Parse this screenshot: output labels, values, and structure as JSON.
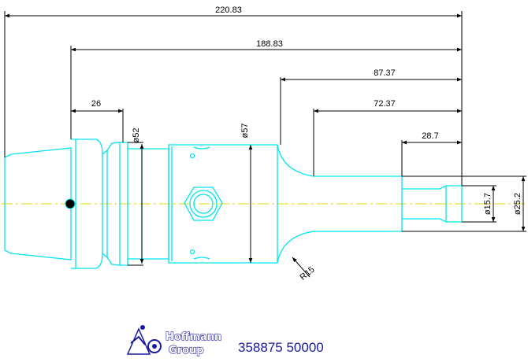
{
  "dimensions": {
    "overall_length": "220.83",
    "gauge_length": "188.83",
    "length_87": "87.37",
    "length_72": "72.37",
    "length_28": "28.7",
    "flange_length": "26",
    "dia_52": "ø52",
    "dia_57": "ø57",
    "dia_15": "ø15.7",
    "dia_25": "ø25.2",
    "radius": "R15"
  },
  "logo": {
    "line1": "Hoffmann",
    "line2": "Group"
  },
  "part_number": "358875 50000",
  "colors": {
    "outline": "#00e5ee",
    "dimension": "#000000",
    "axis": "#e6d800",
    "brand": "#1a1aa0"
  }
}
